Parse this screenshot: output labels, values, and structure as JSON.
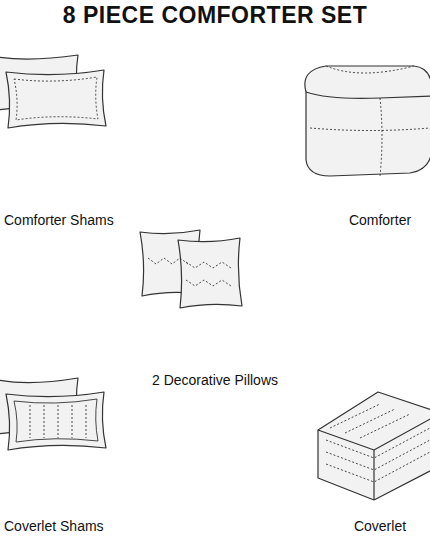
{
  "diagram": {
    "title": "8 PIECE COMFORTER SET",
    "labels": [
      "Comforter Shams",
      "Comforter",
      "2 Decorative Pillows",
      "Coverlet Shams",
      "Coverlet"
    ]
  }
}
